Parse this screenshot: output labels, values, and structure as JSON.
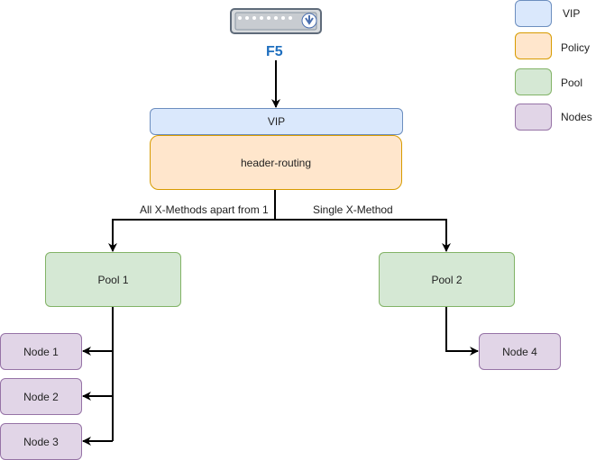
{
  "device": {
    "label": "F5",
    "icon": "f5-load-balancer-icon"
  },
  "vip": {
    "label": "VIP"
  },
  "policy": {
    "label": "header-routing"
  },
  "branches": {
    "left_label": "All X-Methods apart from 1",
    "right_label": "Single X-Method"
  },
  "pools": [
    {
      "label": "Pool 1"
    },
    {
      "label": "Pool 2"
    }
  ],
  "nodes": [
    {
      "label": "Node 1"
    },
    {
      "label": "Node 2"
    },
    {
      "label": "Node 3"
    },
    {
      "label": "Node 4"
    }
  ],
  "legend": [
    {
      "label": "VIP",
      "fill": "#dae8fc",
      "stroke": "#6c8ebf"
    },
    {
      "label": "Policy",
      "fill": "#ffe6cc",
      "stroke": "#d79b00"
    },
    {
      "label": "Pool",
      "fill": "#d5e8d4",
      "stroke": "#82b366"
    },
    {
      "label": "Nodes",
      "fill": "#e1d5e7",
      "stroke": "#9673a6"
    }
  ]
}
